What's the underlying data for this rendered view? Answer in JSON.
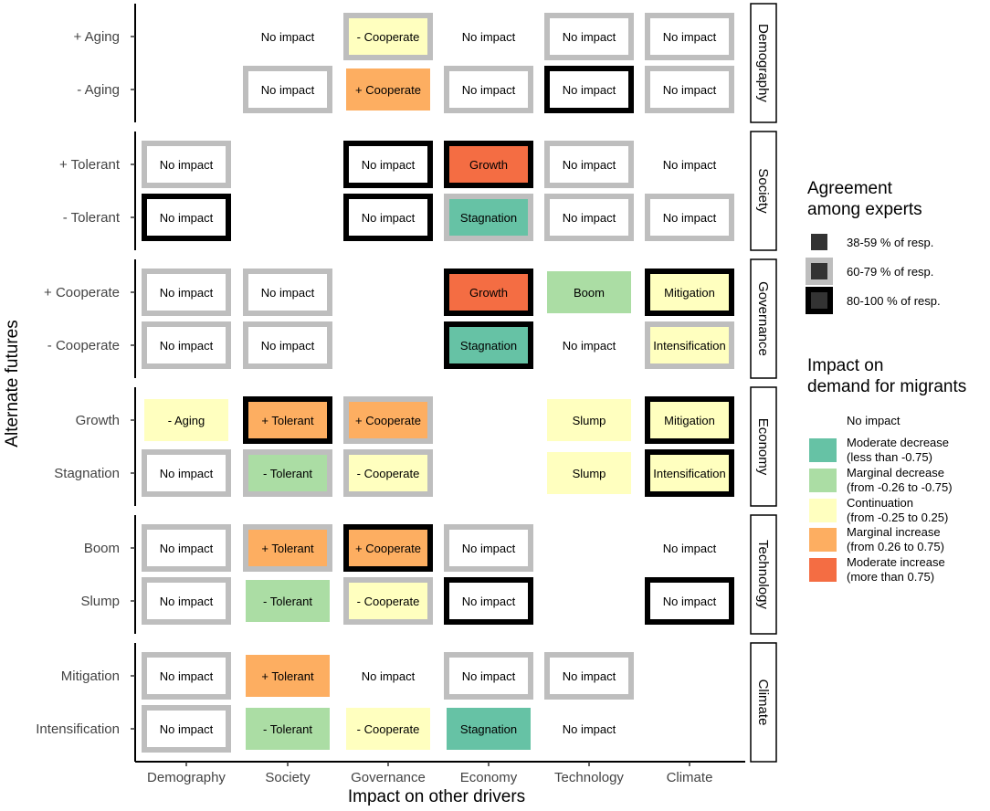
{
  "chart_data": {
    "type": "heatmap",
    "xlabel": "Impact on other drivers",
    "ylabel": "Alternate futures",
    "x_categories": [
      "Demography",
      "Society",
      "Governance",
      "Economy",
      "Technology",
      "Climate"
    ],
    "panels": [
      {
        "name": "Demography",
        "rows": [
          "+ Aging",
          "- Aging"
        ]
      },
      {
        "name": "Society",
        "rows": [
          "+ Tolerant",
          "- Tolerant"
        ]
      },
      {
        "name": "Governance",
        "rows": [
          "+ Cooperate",
          "- Cooperate"
        ]
      },
      {
        "name": "Economy",
        "rows": [
          "Growth",
          "Stagnation"
        ]
      },
      {
        "name": "Technology",
        "rows": [
          "Boom",
          "Slump"
        ]
      },
      {
        "name": "Climate",
        "rows": [
          "Mitigation",
          "Intensification"
        ]
      }
    ],
    "cells": [
      {
        "row": "+ Aging",
        "col": "Society",
        "label": "No impact",
        "impact": "none",
        "agreement": "38-59"
      },
      {
        "row": "+ Aging",
        "col": "Governance",
        "label": "- Cooperate",
        "impact": "continuation",
        "agreement": "60-79"
      },
      {
        "row": "+ Aging",
        "col": "Economy",
        "label": "No impact",
        "impact": "none",
        "agreement": "38-59"
      },
      {
        "row": "+ Aging",
        "col": "Technology",
        "label": "No impact",
        "impact": "none",
        "agreement": "60-79"
      },
      {
        "row": "+ Aging",
        "col": "Climate",
        "label": "No impact",
        "impact": "none",
        "agreement": "60-79"
      },
      {
        "row": "- Aging",
        "col": "Society",
        "label": "No impact",
        "impact": "none",
        "agreement": "60-79"
      },
      {
        "row": "- Aging",
        "col": "Governance",
        "label": "+ Cooperate",
        "impact": "marginal_increase",
        "agreement": "38-59"
      },
      {
        "row": "- Aging",
        "col": "Economy",
        "label": "No impact",
        "impact": "none",
        "agreement": "60-79"
      },
      {
        "row": "- Aging",
        "col": "Technology",
        "label": "No impact",
        "impact": "none",
        "agreement": "80-100"
      },
      {
        "row": "- Aging",
        "col": "Climate",
        "label": "No impact",
        "impact": "none",
        "agreement": "60-79"
      },
      {
        "row": "+ Tolerant",
        "col": "Demography",
        "label": "No impact",
        "impact": "none",
        "agreement": "60-79"
      },
      {
        "row": "+ Tolerant",
        "col": "Governance",
        "label": "No impact",
        "impact": "none",
        "agreement": "80-100"
      },
      {
        "row": "+ Tolerant",
        "col": "Economy",
        "label": "Growth",
        "impact": "moderate_increase",
        "agreement": "80-100"
      },
      {
        "row": "+ Tolerant",
        "col": "Technology",
        "label": "No impact",
        "impact": "none",
        "agreement": "60-79"
      },
      {
        "row": "+ Tolerant",
        "col": "Climate",
        "label": "No impact",
        "impact": "none",
        "agreement": "38-59"
      },
      {
        "row": "- Tolerant",
        "col": "Demography",
        "label": "No impact",
        "impact": "none",
        "agreement": "80-100"
      },
      {
        "row": "- Tolerant",
        "col": "Governance",
        "label": "No impact",
        "impact": "none",
        "agreement": "80-100"
      },
      {
        "row": "- Tolerant",
        "col": "Economy",
        "label": "Stagnation",
        "impact": "moderate_decrease",
        "agreement": "60-79"
      },
      {
        "row": "- Tolerant",
        "col": "Technology",
        "label": "No impact",
        "impact": "none",
        "agreement": "60-79"
      },
      {
        "row": "- Tolerant",
        "col": "Climate",
        "label": "No impact",
        "impact": "none",
        "agreement": "60-79"
      },
      {
        "row": "+ Cooperate",
        "col": "Demography",
        "label": "No impact",
        "impact": "none",
        "agreement": "60-79"
      },
      {
        "row": "+ Cooperate",
        "col": "Society",
        "label": "No impact",
        "impact": "none",
        "agreement": "60-79"
      },
      {
        "row": "+ Cooperate",
        "col": "Economy",
        "label": "Growth",
        "impact": "moderate_increase",
        "agreement": "80-100"
      },
      {
        "row": "+ Cooperate",
        "col": "Technology",
        "label": "Boom",
        "impact": "marginal_decrease",
        "agreement": "38-59"
      },
      {
        "row": "+ Cooperate",
        "col": "Climate",
        "label": "Mitigation",
        "impact": "continuation",
        "agreement": "80-100"
      },
      {
        "row": "- Cooperate",
        "col": "Demography",
        "label": "No impact",
        "impact": "none",
        "agreement": "60-79"
      },
      {
        "row": "- Cooperate",
        "col": "Society",
        "label": "No impact",
        "impact": "none",
        "agreement": "60-79"
      },
      {
        "row": "- Cooperate",
        "col": "Economy",
        "label": "Stagnation",
        "impact": "moderate_decrease",
        "agreement": "80-100"
      },
      {
        "row": "- Cooperate",
        "col": "Technology",
        "label": "No impact",
        "impact": "none",
        "agreement": "38-59"
      },
      {
        "row": "- Cooperate",
        "col": "Climate",
        "label": "Intensification",
        "impact": "continuation",
        "agreement": "60-79"
      },
      {
        "row": "Growth",
        "col": "Demography",
        "label": "- Aging",
        "impact": "continuation",
        "agreement": "38-59"
      },
      {
        "row": "Growth",
        "col": "Society",
        "label": "+ Tolerant",
        "impact": "marginal_increase",
        "agreement": "80-100"
      },
      {
        "row": "Growth",
        "col": "Governance",
        "label": "+ Cooperate",
        "impact": "marginal_increase",
        "agreement": "60-79"
      },
      {
        "row": "Growth",
        "col": "Technology",
        "label": "Slump",
        "impact": "continuation",
        "agreement": "38-59"
      },
      {
        "row": "Growth",
        "col": "Climate",
        "label": "Mitigation",
        "impact": "continuation",
        "agreement": "80-100"
      },
      {
        "row": "Stagnation",
        "col": "Demography",
        "label": "No impact",
        "impact": "none",
        "agreement": "60-79"
      },
      {
        "row": "Stagnation",
        "col": "Society",
        "label": "- Tolerant",
        "impact": "marginal_decrease",
        "agreement": "60-79"
      },
      {
        "row": "Stagnation",
        "col": "Governance",
        "label": "- Cooperate",
        "impact": "continuation",
        "agreement": "60-79"
      },
      {
        "row": "Stagnation",
        "col": "Technology",
        "label": "Slump",
        "impact": "continuation",
        "agreement": "38-59"
      },
      {
        "row": "Stagnation",
        "col": "Climate",
        "label": "Intensification",
        "impact": "continuation",
        "agreement": "80-100"
      },
      {
        "row": "Boom",
        "col": "Demography",
        "label": "No impact",
        "impact": "none",
        "agreement": "60-79"
      },
      {
        "row": "Boom",
        "col": "Society",
        "label": "+ Tolerant",
        "impact": "marginal_increase",
        "agreement": "60-79"
      },
      {
        "row": "Boom",
        "col": "Governance",
        "label": "+ Cooperate",
        "impact": "marginal_increase",
        "agreement": "80-100"
      },
      {
        "row": "Boom",
        "col": "Economy",
        "label": "No impact",
        "impact": "none",
        "agreement": "60-79"
      },
      {
        "row": "Boom",
        "col": "Climate",
        "label": "No impact",
        "impact": "none",
        "agreement": "38-59"
      },
      {
        "row": "Slump",
        "col": "Demography",
        "label": "No impact",
        "impact": "none",
        "agreement": "60-79"
      },
      {
        "row": "Slump",
        "col": "Society",
        "label": "- Tolerant",
        "impact": "marginal_decrease",
        "agreement": "38-59"
      },
      {
        "row": "Slump",
        "col": "Governance",
        "label": "- Cooperate",
        "impact": "continuation",
        "agreement": "60-79"
      },
      {
        "row": "Slump",
        "col": "Economy",
        "label": "No impact",
        "impact": "none",
        "agreement": "80-100"
      },
      {
        "row": "Slump",
        "col": "Climate",
        "label": "No impact",
        "impact": "none",
        "agreement": "80-100"
      },
      {
        "row": "Mitigation",
        "col": "Demography",
        "label": "No impact",
        "impact": "none",
        "agreement": "60-79"
      },
      {
        "row": "Mitigation",
        "col": "Society",
        "label": "+ Tolerant",
        "impact": "marginal_increase",
        "agreement": "38-59"
      },
      {
        "row": "Mitigation",
        "col": "Governance",
        "label": "No impact",
        "impact": "none",
        "agreement": "38-59"
      },
      {
        "row": "Mitigation",
        "col": "Economy",
        "label": "No impact",
        "impact": "none",
        "agreement": "60-79"
      },
      {
        "row": "Mitigation",
        "col": "Technology",
        "label": "No impact",
        "impact": "none",
        "agreement": "60-79"
      },
      {
        "row": "Intensification",
        "col": "Demography",
        "label": "No impact",
        "impact": "none",
        "agreement": "60-79"
      },
      {
        "row": "Intensification",
        "col": "Society",
        "label": "- Tolerant",
        "impact": "marginal_decrease",
        "agreement": "38-59"
      },
      {
        "row": "Intensification",
        "col": "Governance",
        "label": "- Cooperate",
        "impact": "continuation",
        "agreement": "38-59"
      },
      {
        "row": "Intensification",
        "col": "Economy",
        "label": "Stagnation",
        "impact": "moderate_decrease",
        "agreement": "38-59"
      },
      {
        "row": "Intensification",
        "col": "Technology",
        "label": "No impact",
        "impact": "none",
        "agreement": "38-59"
      }
    ],
    "impact_colors": {
      "none": "#ffffff",
      "moderate_decrease": "#66c2a5",
      "marginal_decrease": "#abdda4",
      "continuation": "#ffffbf",
      "marginal_increase": "#fdae61",
      "moderate_increase": "#f46d43"
    },
    "agreement_styles": [
      {
        "key": "38-59",
        "label": "38-59 % of resp.",
        "color": "#ffffff",
        "width": 0
      },
      {
        "key": "60-79",
        "label": "60-79 % of resp.",
        "color": "#bebebe",
        "width": 6
      },
      {
        "key": "80-100",
        "label": "80-100 % of resp.",
        "color": "#000000",
        "width": 6
      }
    ],
    "legend_agreement": {
      "title": [
        "Agreement",
        "among experts"
      ]
    },
    "legend_impact": {
      "title": [
        "Impact on",
        "demand for migrants"
      ],
      "items": [
        {
          "key": "none",
          "label": [
            "No impact"
          ]
        },
        {
          "key": "moderate_decrease",
          "label": [
            "Moderate decrease",
            "(less than -0.75)"
          ]
        },
        {
          "key": "marginal_decrease",
          "label": [
            "Marginal decrease",
            "(from -0.26 to -0.75)"
          ]
        },
        {
          "key": "continuation",
          "label": [
            "Continuation",
            "(from -0.25 to 0.25)"
          ]
        },
        {
          "key": "marginal_increase",
          "label": [
            "Marginal increase",
            "(from 0.26 to 0.75)"
          ]
        },
        {
          "key": "moderate_increase",
          "label": [
            "Moderate increase",
            "(more than 0.75)"
          ]
        }
      ]
    }
  }
}
